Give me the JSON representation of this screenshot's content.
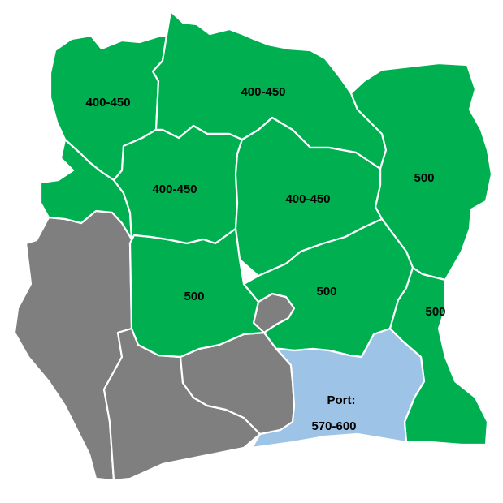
{
  "colors": {
    "green": "#00b050",
    "gray": "#7f7f7f",
    "port": "#9dc3e6",
    "border": "#ffffff"
  },
  "regions": [
    {
      "id": "north-west",
      "label": "400-450",
      "fill": "green"
    },
    {
      "id": "north-central",
      "label": "400-450",
      "fill": "green"
    },
    {
      "id": "center-west",
      "label": "400-450",
      "fill": "green"
    },
    {
      "id": "center",
      "label": "400-450",
      "fill": "green"
    },
    {
      "id": "north-east",
      "label": "500",
      "fill": "green"
    },
    {
      "id": "center-west-south",
      "label": "500",
      "fill": "green"
    },
    {
      "id": "center-south",
      "label": "500",
      "fill": "green"
    },
    {
      "id": "east-south",
      "label": "500",
      "fill": "green"
    },
    {
      "id": "port-abidjan",
      "label_line1": "Port:",
      "label_line2": "570-600",
      "fill": "port"
    },
    {
      "id": "west",
      "fill": "gray"
    },
    {
      "id": "south-west",
      "fill": "gray"
    },
    {
      "id": "south-center",
      "fill": "gray"
    },
    {
      "id": "enclave",
      "fill": "gray"
    }
  ]
}
